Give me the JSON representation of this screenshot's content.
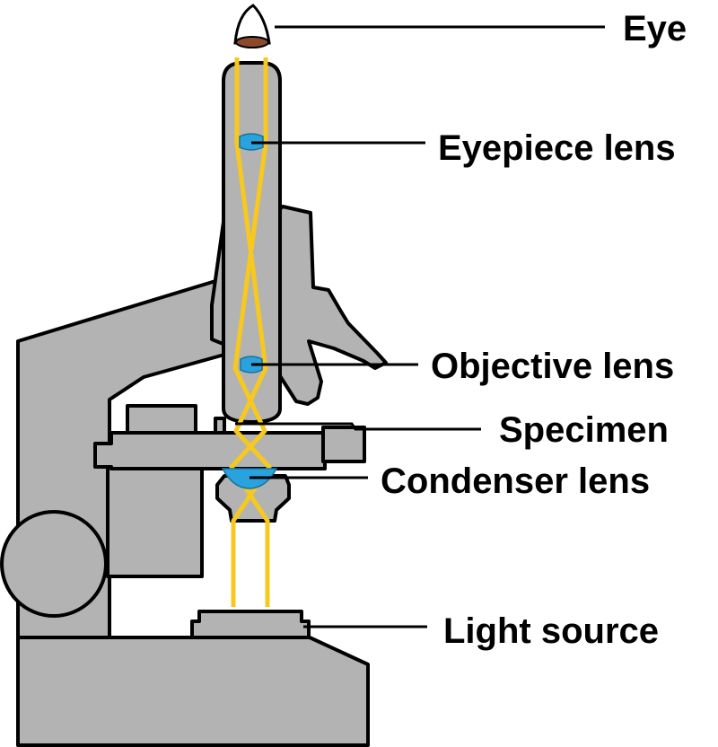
{
  "labels": {
    "eye": "Eye",
    "eyepiece_lens": "Eyepiece lens",
    "objective_lens": "Objective lens",
    "specimen": "Specimen",
    "condenser_lens": "Condenser lens",
    "light_source": "Light source"
  },
  "colors": {
    "body": "#b3b3b3",
    "outline": "#000000",
    "light_ray": "#f7c81e",
    "lens": "#29a3dd",
    "eye_pupil": "#8b4a2b"
  }
}
